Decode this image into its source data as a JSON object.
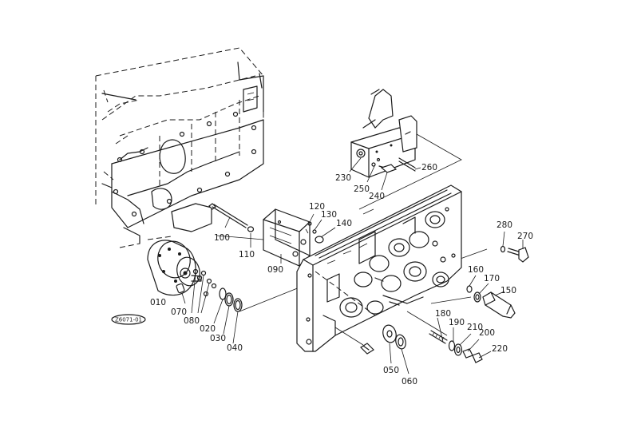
{
  "diagram": {
    "reference_code": "Z6071-01",
    "parts": [
      {
        "id": "010",
        "label": "010"
      },
      {
        "id": "020",
        "label": "020"
      },
      {
        "id": "030",
        "label": "030"
      },
      {
        "id": "040",
        "label": "040"
      },
      {
        "id": "050",
        "label": "050"
      },
      {
        "id": "060",
        "label": "060"
      },
      {
        "id": "070",
        "label": "070"
      },
      {
        "id": "080",
        "label": "080"
      },
      {
        "id": "090",
        "label": "090"
      },
      {
        "id": "100",
        "label": "100"
      },
      {
        "id": "110",
        "label": "110"
      },
      {
        "id": "120",
        "label": "120"
      },
      {
        "id": "130",
        "label": "130"
      },
      {
        "id": "140",
        "label": "140"
      },
      {
        "id": "150",
        "label": "150"
      },
      {
        "id": "160",
        "label": "160"
      },
      {
        "id": "170",
        "label": "170"
      },
      {
        "id": "180",
        "label": "180"
      },
      {
        "id": "190",
        "label": "190"
      },
      {
        "id": "200",
        "label": "200"
      },
      {
        "id": "210",
        "label": "210"
      },
      {
        "id": "220",
        "label": "220"
      },
      {
        "id": "230",
        "label": "230"
      },
      {
        "id": "240",
        "label": "240"
      },
      {
        "id": "250",
        "label": "250"
      },
      {
        "id": "260",
        "label": "260"
      },
      {
        "id": "270",
        "label": "270"
      },
      {
        "id": "280",
        "label": "280"
      }
    ]
  }
}
